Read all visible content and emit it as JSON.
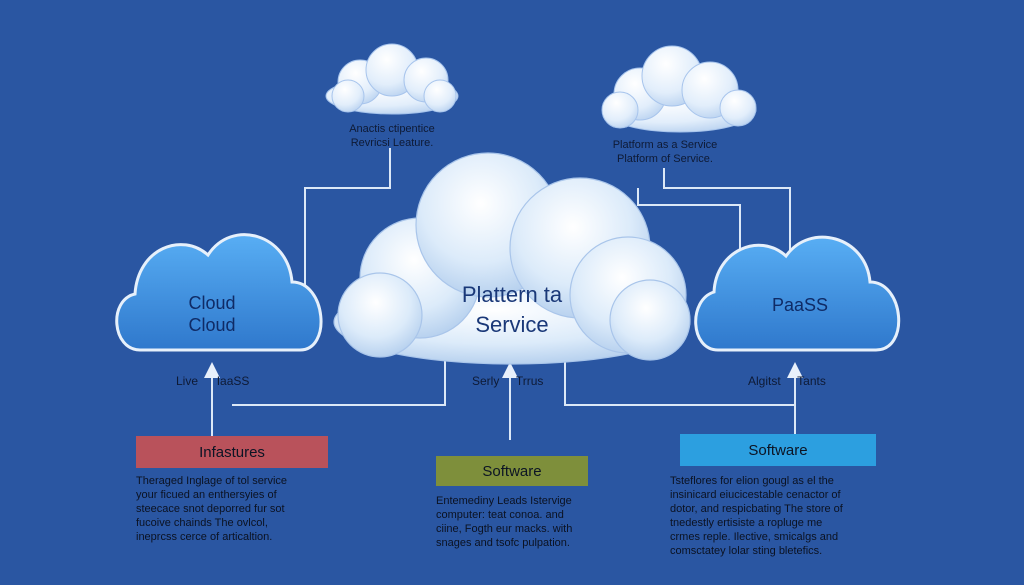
{
  "top_left": {
    "line1": "Anactis ctipentice",
    "line2": "Revricsi Leature."
  },
  "top_right": {
    "line1": "Platform as a Service",
    "line2": "Platform of Service."
  },
  "center_cloud": {
    "line1": "Plattern ta",
    "line2": "Service"
  },
  "left_cloud": {
    "line1": "Cloud",
    "line2": "Cloud"
  },
  "right_cloud": {
    "line1": "PaaSS"
  },
  "left_arrow_label": {
    "left": "Live",
    "right": "IaaSS"
  },
  "center_arrow_label": {
    "left": "Serly",
    "right": "Trrus"
  },
  "right_arrow_label": {
    "left": "Algitst",
    "right": "Tants"
  },
  "boxes": [
    {
      "title": "Infastures",
      "color": "#b9525b",
      "lines": [
        "Theraged Inglage of tol service",
        "your ficued an enthersyies of",
        "steecace snot deporred fur sot",
        "fucoive chainds The ovlcol,",
        "ineprcss cerce of articaltion."
      ]
    },
    {
      "title": "Software",
      "color": "#7e8f3b",
      "lines": [
        "Entemediny Leads Istervige",
        "computer: teat conoa. and",
        "ciine, Fogth eur macks. with",
        "snages and tsofc pulpation."
      ]
    },
    {
      "title": "Software",
      "color": "#2c9fe0",
      "lines": [
        "Tsteflores for elion gougl as el the",
        "insinicard eiucicestable cenactor of",
        "dotor, and respicbating The store of",
        "tnedestly ertisiste a ropluge me",
        "crmes reple. Ilective, smicalgs and",
        "comsctatey lolar sting bletefics."
      ]
    }
  ]
}
